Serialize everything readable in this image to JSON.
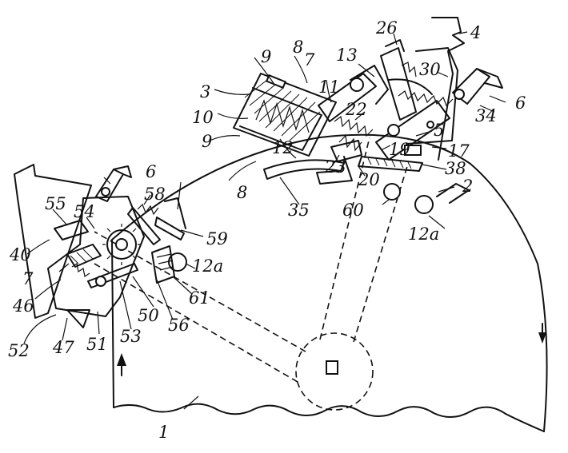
{
  "figure": {
    "labels": [
      "1",
      "2",
      "3",
      "4",
      "5",
      "6",
      "6",
      "7",
      "7",
      "8",
      "8",
      "9",
      "9",
      "10",
      "11",
      "12",
      "12a",
      "12a",
      "13",
      "17",
      "19",
      "20",
      "22",
      "23",
      "26",
      "30",
      "34",
      "35",
      "38",
      "40",
      "46",
      "47",
      "50",
      "51",
      "52",
      "53",
      "54",
      "55",
      "56",
      "58",
      "59",
      "60",
      "61"
    ]
  }
}
